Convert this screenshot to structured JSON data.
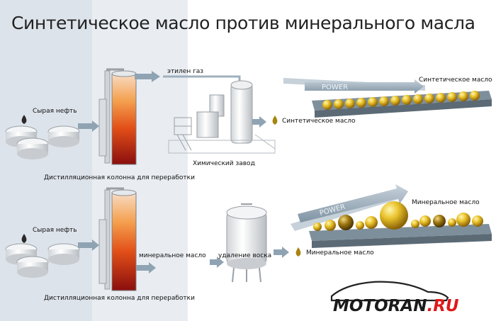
{
  "title": "Синтетическое масло против минерального масла",
  "synthetic": {
    "input_label": "Сырая нефть",
    "column_label": "Дистилляционная колонна для переработки",
    "gas_label": "этилен газ",
    "plant_label": "Химический завод",
    "output_label": "Синтетическое масло",
    "power_label": "POWER",
    "result_label": "Синтетическое масло"
  },
  "mineral": {
    "input_label": "Сырая нефть",
    "column_label": "Дистилляционная колонна для переработки",
    "stream_label": "минеральное масло",
    "dewax_label": "удаление воска",
    "output_label": "Минеральное масло",
    "power_label": "POWER",
    "result_label": "Минеральное масло"
  },
  "brand": {
    "name": "MOTORAN",
    "domain": ".RU"
  },
  "colors": {
    "left_band": "#dde3ea",
    "mid_band": "#edf0f4",
    "arrow": "#8fa3b3",
    "gold": "#d4a514",
    "column_hot": "#f07a1c",
    "column_dark": "#8a0e0e",
    "brand_red": "#e01919"
  }
}
